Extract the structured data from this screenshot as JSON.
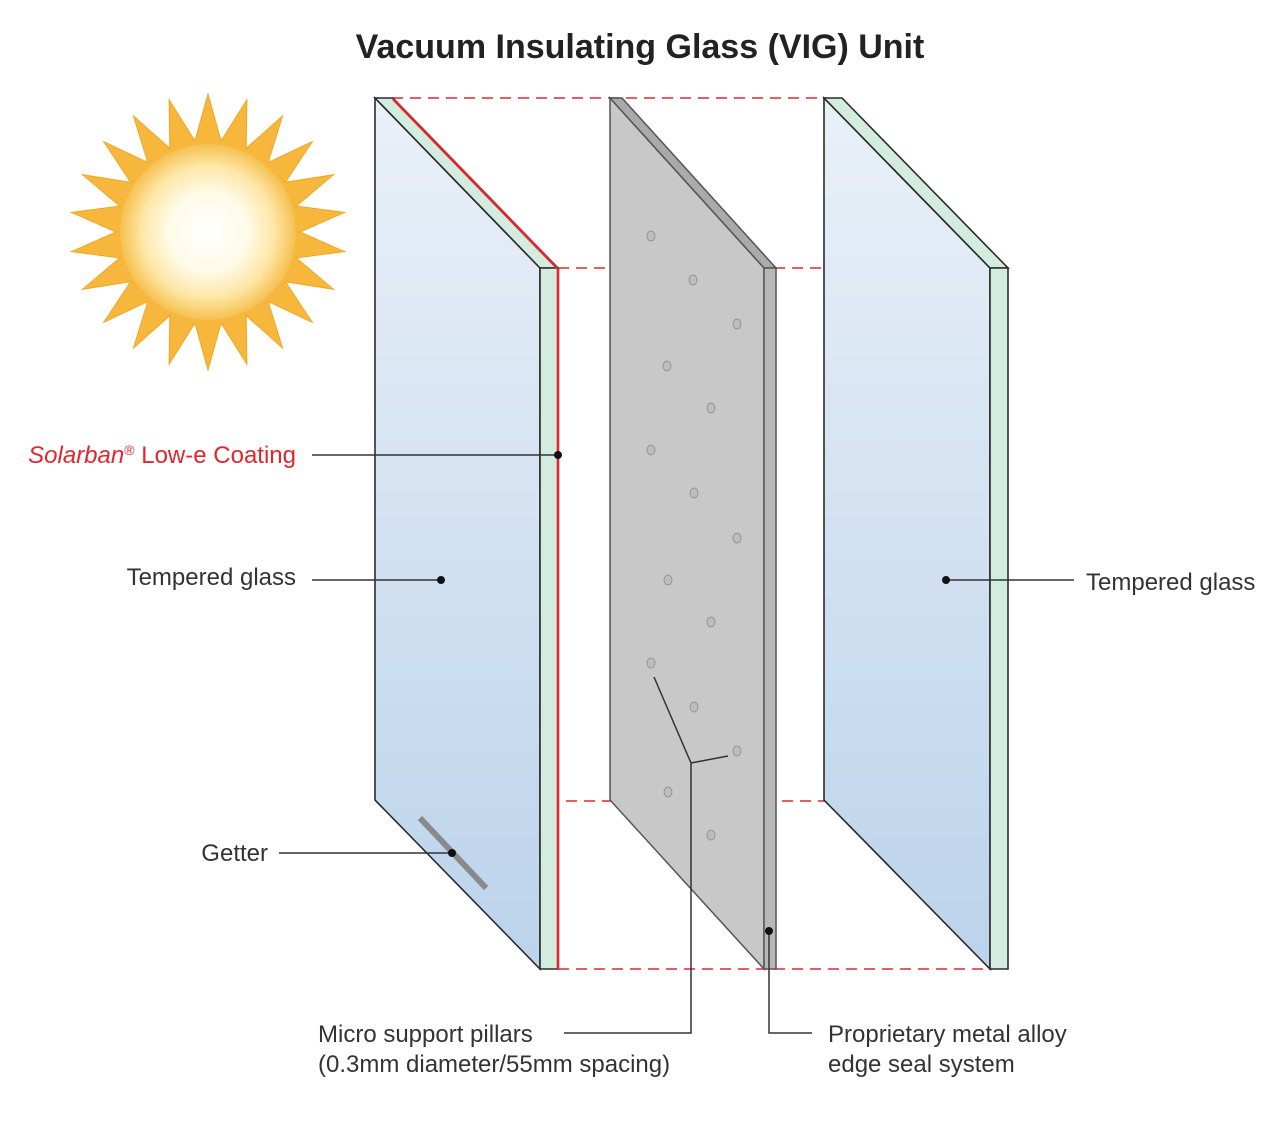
{
  "title": "Vacuum Insulating Glass (VIG) Unit",
  "labels": {
    "coating_brand": "Solarban",
    "coating_reg": "®",
    "coating_rest": " Low-e Coating",
    "tempered_glass_left": "Tempered glass",
    "tempered_glass_right": "Tempered glass",
    "getter": "Getter",
    "pillars_line1": "Micro support pillars",
    "pillars_line2": "(0.3mm diameter/55mm spacing)",
    "seal_line1": "Proprietary metal alloy",
    "seal_line2": "edge seal system"
  },
  "colors": {
    "coating_red": "#e0262e",
    "sun_ray": "#f6b73c",
    "glass_top": "#e8eff8",
    "glass_bottom": "#bcd4ec",
    "glass_edge": "#d2ecdf",
    "seal_grey": "#c8c8c8"
  },
  "icons": {
    "sun": "sun-icon"
  }
}
